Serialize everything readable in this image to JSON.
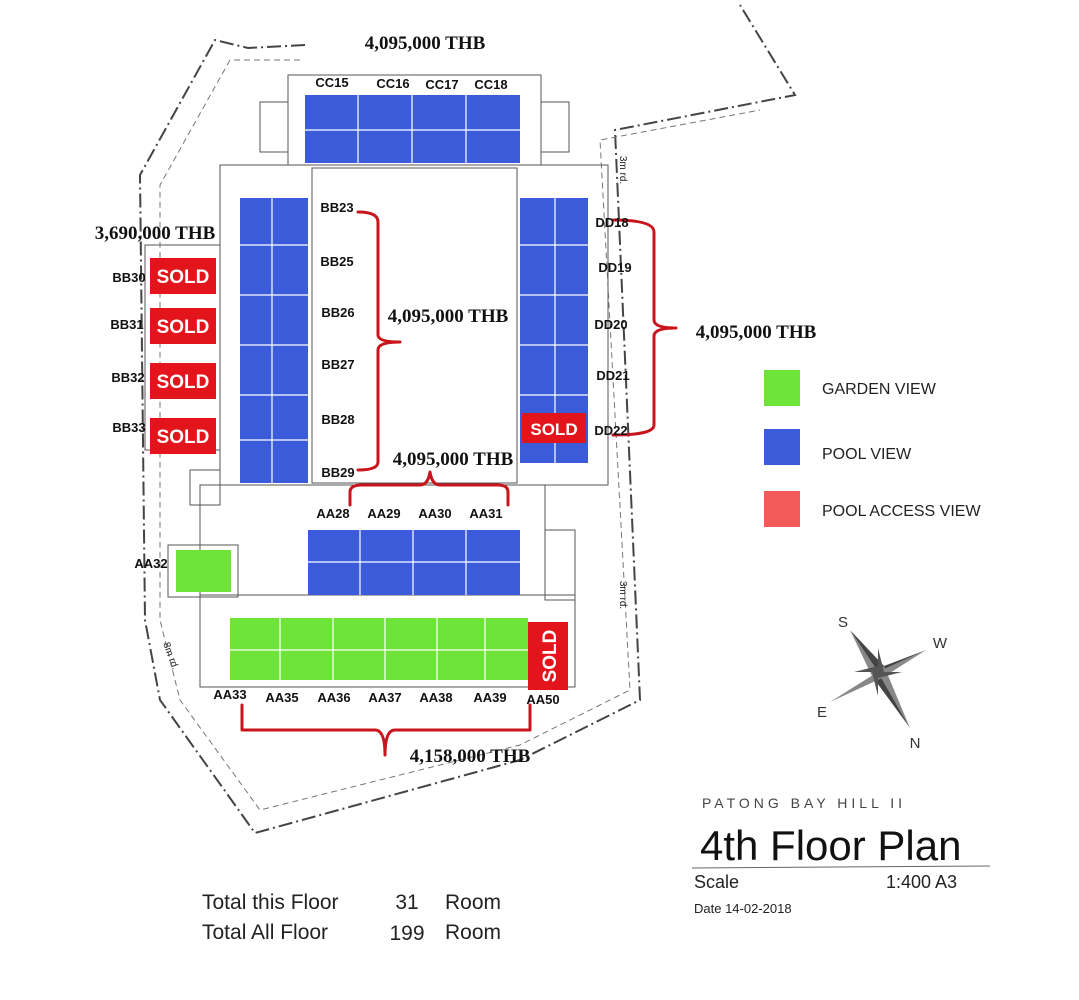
{
  "prices": {
    "cc_top": "4,095,000 THB",
    "bb_left": "3,690,000 THB",
    "bb_right": "4,095,000 THB",
    "dd_right": "4,095,000 THB",
    "aa_mid": "4,095,000 THB",
    "aa_bottom": "4,158,000 THB"
  },
  "units": {
    "cc": [
      "CC15",
      "CC16",
      "CC17",
      "CC18"
    ],
    "bb_inner": [
      "BB23",
      "BB25",
      "BB26",
      "BB27",
      "BB28",
      "BB29"
    ],
    "bb_outer": [
      "BB30",
      "BB31",
      "BB32",
      "BB33"
    ],
    "dd": [
      "DD18",
      "DD19",
      "DD20",
      "DD21",
      "DD22"
    ],
    "aa_mid": [
      "AA28",
      "AA29",
      "AA30",
      "AA31"
    ],
    "aa32": "AA32",
    "aa_bottom": [
      "AA33",
      "AA35",
      "AA36",
      "AA37",
      "AA38",
      "AA39",
      "AA50"
    ]
  },
  "sold_label": "SOLD",
  "roads": {
    "east_top": "3m rd.",
    "east_bottom": "3m rd.",
    "west": "8m rd."
  },
  "legend": [
    {
      "label": "GARDEN VIEW",
      "color": "#6ee33a"
    },
    {
      "label": "POOL VIEW",
      "color": "#3b5bdb"
    },
    {
      "label": "POOL ACCESS VIEW",
      "color": "#f25a5a"
    }
  ],
  "compass": {
    "s": "S",
    "w": "W",
    "e": "E",
    "n": "N"
  },
  "title_block": {
    "project": "PATONG BAY HILL II",
    "title": "4th Floor Plan",
    "scale_label": "Scale",
    "scale_value": "1:400 A3",
    "date": "Date 14-02-2018"
  },
  "totals": [
    {
      "label": "Total this Floor",
      "value": "31",
      "unit": "Room"
    },
    {
      "label": "Total All Floor",
      "value": "199",
      "unit": "Room"
    }
  ],
  "colors": {
    "pool": "#3b5bdb",
    "garden": "#6ee33a",
    "sold": "#e3141b",
    "bracket": "#c8151b"
  }
}
